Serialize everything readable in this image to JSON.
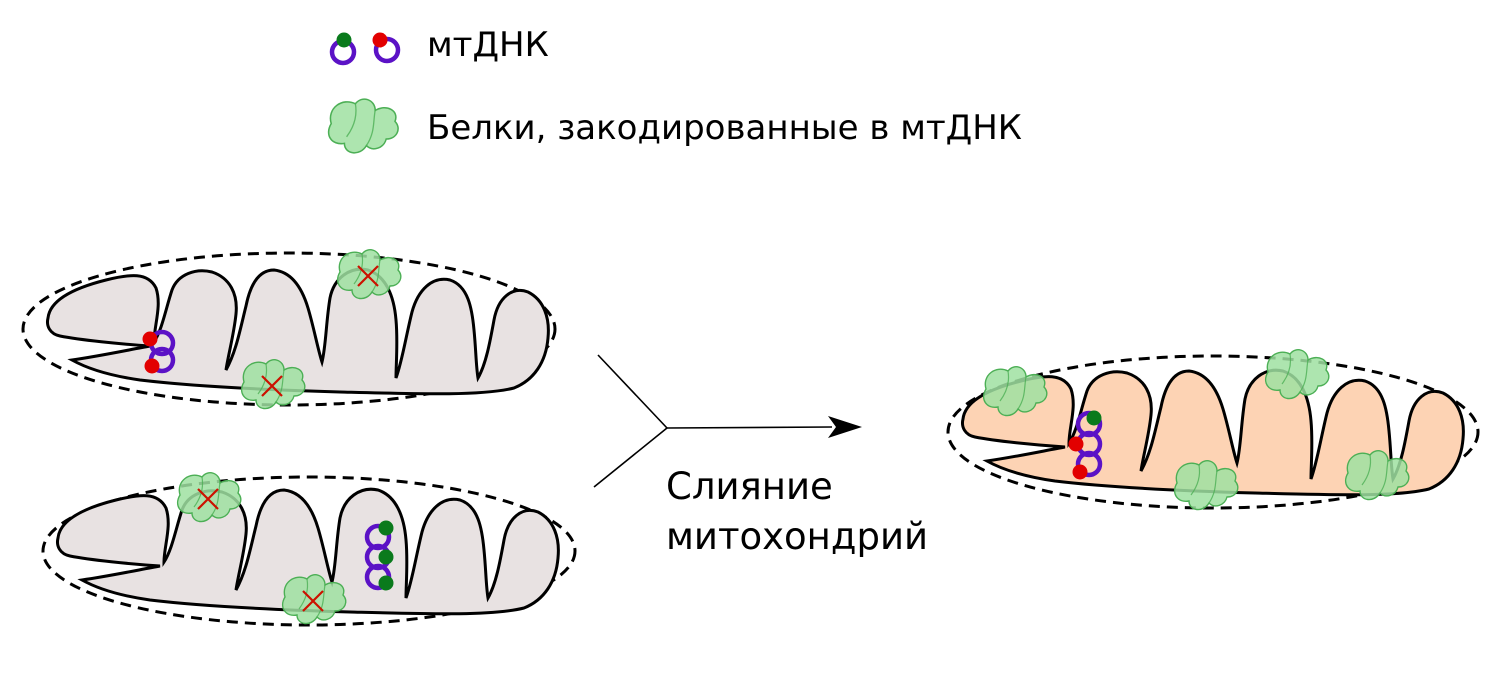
{
  "legend": {
    "mtdna_label": "мтДНК",
    "protein_label": "Белки, закодированные  в мтДНК"
  },
  "caption": {
    "line1": "Слияние",
    "line2": "митохондрий"
  },
  "colors": {
    "membrane": "#000000",
    "matrix_parent": "#e8e2e2",
    "matrix_fused": "#fdd3b4",
    "mtdna_ring": "#5b12c6",
    "mutation_red": "#e20000",
    "wildtype_green": "#0a7a1c",
    "protein_fill": "#9fe0a1",
    "protein_stroke": "#4caf55",
    "cross": "#cc1100"
  }
}
